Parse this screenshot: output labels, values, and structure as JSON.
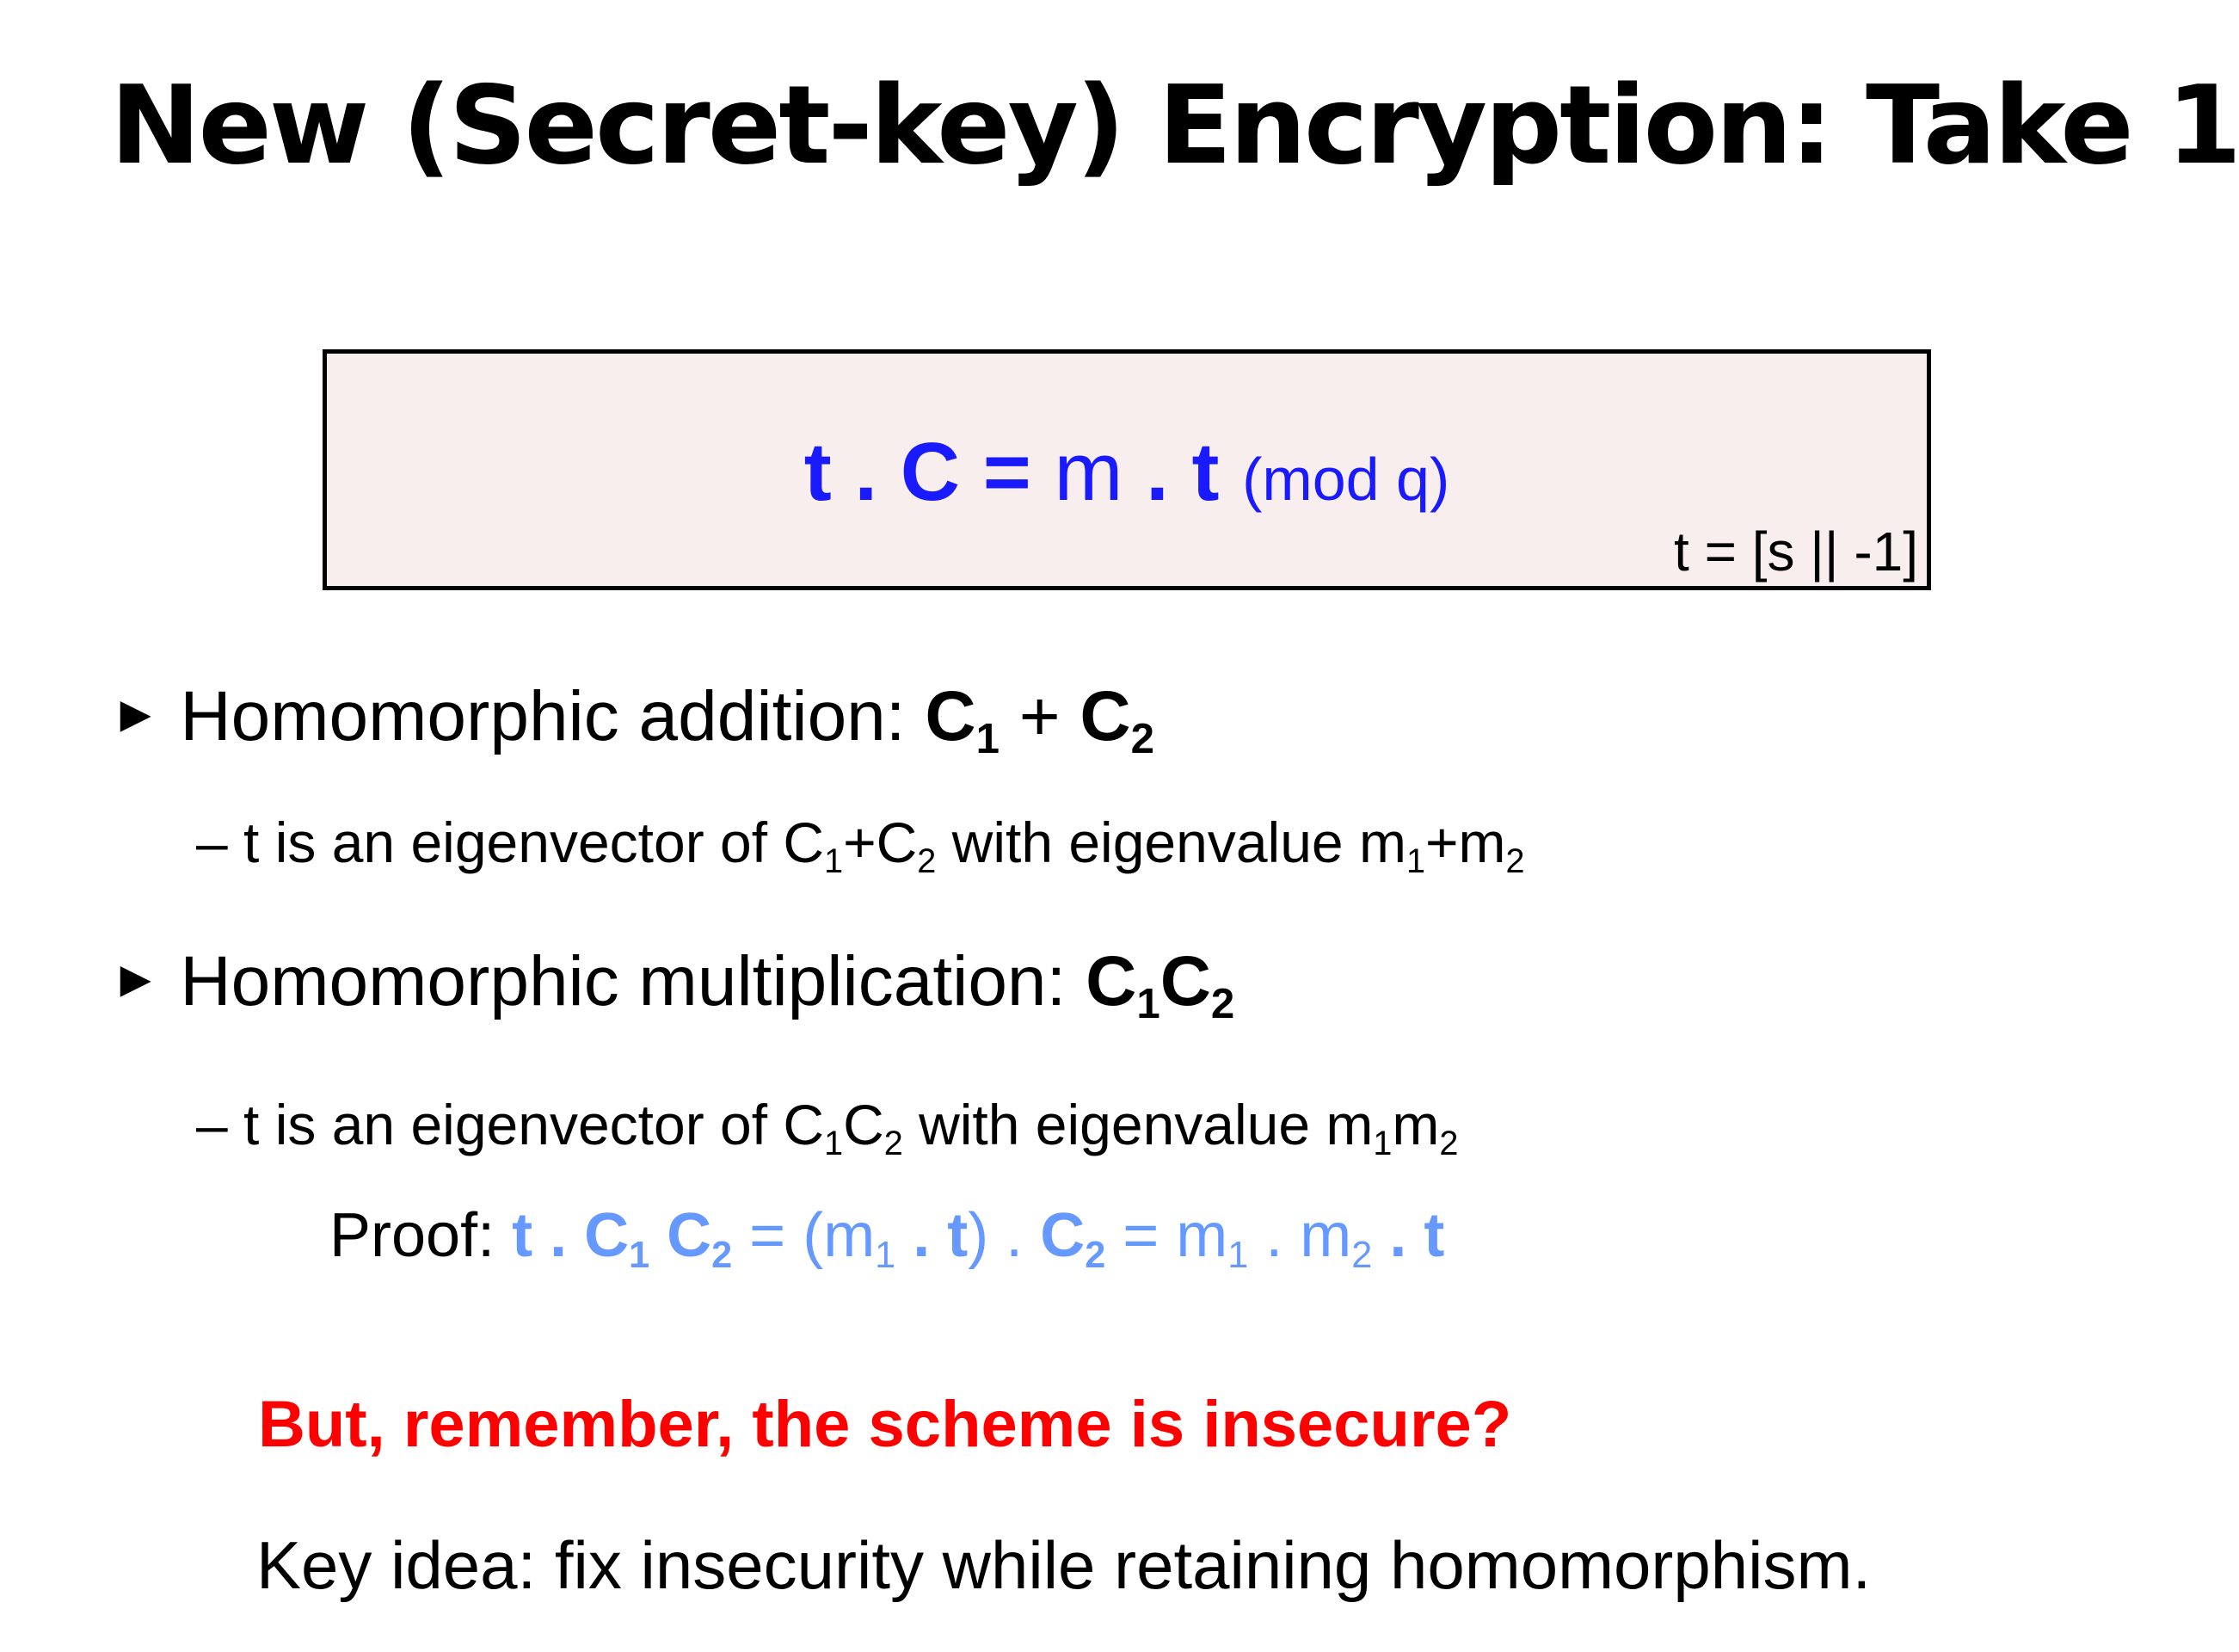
{
  "slide": {
    "title": "New (Secret-key) Encryption: Take 1"
  },
  "colors": {
    "equation_blue": "#1a1aff",
    "proof_blue": "#6699ff",
    "warning_red": "#ff0000",
    "box_fill": "#f9eeee",
    "text": "#000000"
  },
  "equation_box": {
    "lhs_t": "t",
    "dot1": ".",
    "C": "C",
    "equals": "=",
    "m": "m",
    "dot2": ".",
    "rhs_t": "t",
    "modulus": "(mod q)",
    "note": "t = [s || -1]"
  },
  "bullet_addition": {
    "marker": "►",
    "text": "Homomorphic addition: ",
    "c1": "C",
    "c1_sub": "1",
    "plus": " + ",
    "c2": "C",
    "c2_sub": "2"
  },
  "sub_addition": {
    "prefix": "– t is an eigenvector of C",
    "s1": "1",
    "mid": "+C",
    "s2": "2",
    "middle": " with eigenvalue m",
    "s3": "1",
    "mid2": "+m",
    "s4": "2"
  },
  "bullet_multiplication": {
    "marker": "►",
    "text": "Homomorphic multiplication: ",
    "c1": "C",
    "c1_sub": "1",
    "c2": "C",
    "c2_sub": "2"
  },
  "sub_multiplication": {
    "prefix": "– t is an eigenvector of C",
    "s1": "1",
    "mid": "C",
    "s2": "2",
    "middle": " with eigenvalue m",
    "s3": "1",
    "mid2": "m",
    "s4": "2"
  },
  "proof": {
    "label": "Proof: ",
    "p1": "t . C",
    "p1s": "1",
    "p2": " C",
    "p2s": "2",
    "p3": " = (m",
    "p3s": "1",
    "p4": " . ",
    "p5": "t",
    "p6": ") . ",
    "p7": "C",
    "p7s": "2",
    "p8": " = m",
    "p8s": "1",
    "p9": " . m",
    "p9s": "2",
    "p10": " . ",
    "p11": "t"
  },
  "warning": "But, remember, the scheme is insecure?",
  "key_idea": "Key idea: fix insecurity while retaining homomorphism."
}
